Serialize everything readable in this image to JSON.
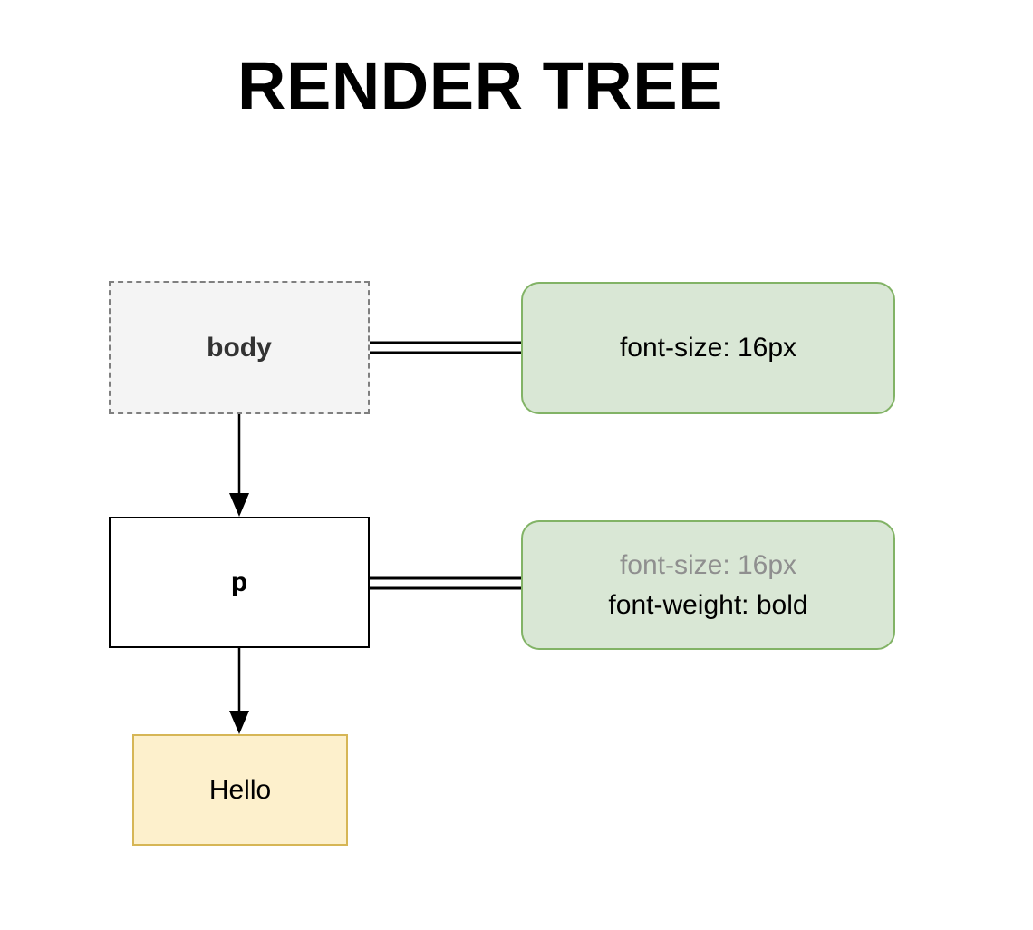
{
  "diagram": {
    "title": "RENDER TREE",
    "type": "render-tree",
    "background": "#ffffff",
    "nodes": [
      {
        "id": "body",
        "label": "body",
        "kind": "element-node",
        "style": "dashed-gray",
        "fill": "#f4f4f4",
        "border": "#7f7f7f",
        "text_color": "#333333"
      },
      {
        "id": "p",
        "label": "p",
        "kind": "element-node",
        "style": "solid-black",
        "fill": "#ffffff",
        "border": "#000000",
        "text_color": "#000000"
      },
      {
        "id": "text",
        "label": "Hello",
        "kind": "text-node",
        "style": "solid-gold",
        "fill": "#fdf0cc",
        "border": "#d6b656",
        "text_color": "#000000"
      }
    ],
    "style_rules": [
      {
        "id": "rules-body",
        "attached_to": "body",
        "fill": "#d9e7d5",
        "border": "#82b366",
        "declarations": [
          {
            "text": "font-size: 16px",
            "inherited": false,
            "color": "#000000"
          }
        ]
      },
      {
        "id": "rules-p",
        "attached_to": "p",
        "fill": "#d9e7d5",
        "border": "#82b366",
        "declarations": [
          {
            "text": "font-size: 16px",
            "inherited": true,
            "color": "#8f8f8f"
          },
          {
            "text": "font-weight: bold",
            "inherited": false,
            "color": "#000000"
          }
        ]
      }
    ],
    "edges": [
      {
        "from": "body",
        "to": "p",
        "kind": "arrow-down"
      },
      {
        "from": "p",
        "to": "text",
        "kind": "arrow-down"
      },
      {
        "from": "body",
        "to": "rules-body",
        "kind": "double-line"
      },
      {
        "from": "p",
        "to": "rules-p",
        "kind": "double-line"
      }
    ]
  }
}
